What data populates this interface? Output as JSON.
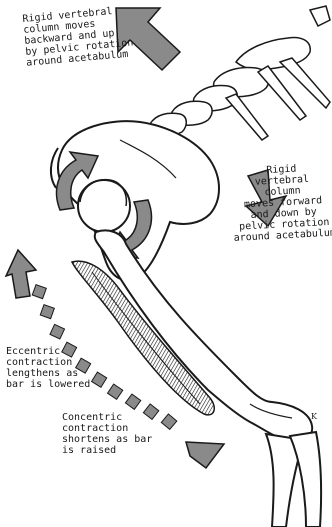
{
  "labels": {
    "top": "Rigid vertebral\ncolumn moves\nbackward and up\nby pelvic rotation\naround acetabulum",
    "right": "Rigid\nvertebral\ncolumn\nmoves forward\nand down by\npelvic rotation\naround acetabulum",
    "eccentric": "Eccentric\ncontraction\nlengthens as\nbar is lowered",
    "concentric": "Concentric\ncontraction\nshortens as bar\nis raised"
  },
  "signature": "K",
  "colors": {
    "ink": "#1a1a1a",
    "paper": "#ffffff",
    "arrow_gray": "#8a8a8a",
    "arrow_dark": "#5a5a5a"
  },
  "icons": {
    "pelvis": "pelvis-bone",
    "femur": "femur-bone",
    "spine": "lumbar-spine",
    "muscle": "hamstring-muscle"
  }
}
